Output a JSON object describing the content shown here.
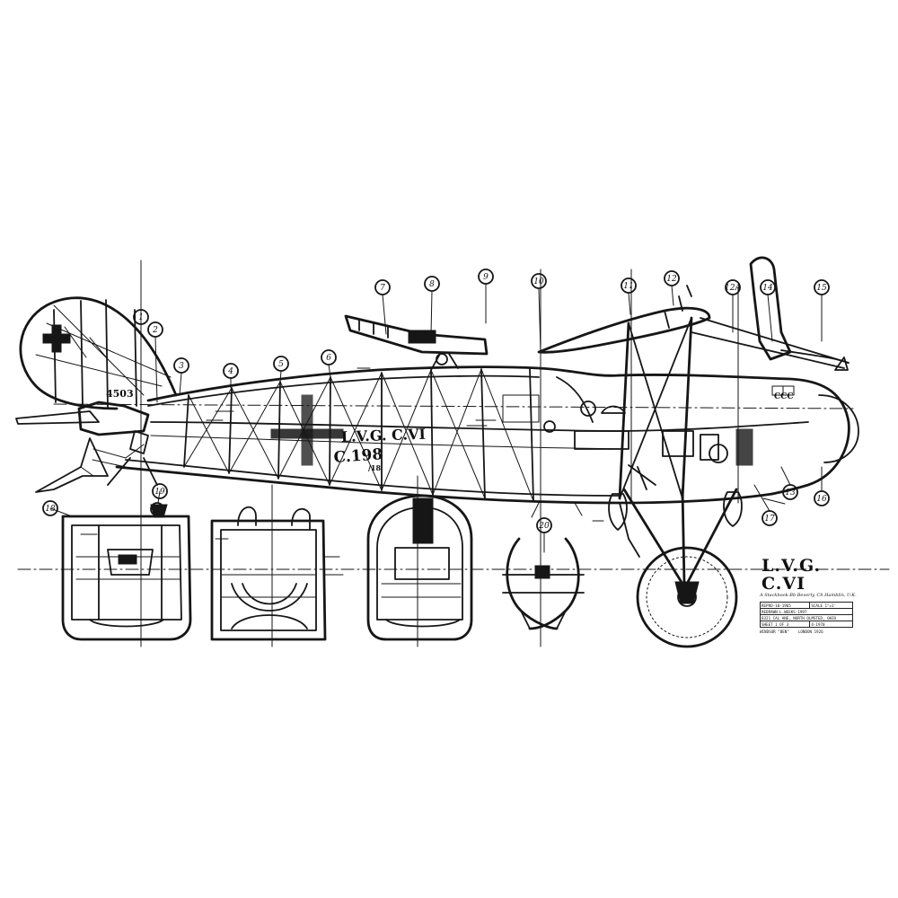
{
  "plan": {
    "title": "L.V.G. C.VI",
    "credit": "A Stackbook-Bb Beverly, Ch Hamblin, U.K.",
    "table": [
      [
        "REPRO-10-1965",
        "SCALE 1\"=1'"
      ],
      [
        "REDRAWN-L.WEEKS-1997",
        ""
      ],
      [
        "8321 CAL ANE, NORTH OLMSTED, OHIO",
        ""
      ],
      [
        "SHEET 1 OF 3",
        "4-1970"
      ]
    ],
    "foot": [
      "WINDSOR \"BEN\"",
      "LONDON 1926"
    ]
  },
  "fuselage_markings": {
    "type_label": "L.V.G. C.VI",
    "serial": "C.198",
    "suffix": "/18",
    "rudder_code": "4503"
  },
  "callouts": [
    "1",
    "2",
    "3",
    "4",
    "5",
    "6",
    "7",
    "8",
    "9",
    "10",
    "11",
    "12",
    "12A",
    "13",
    "14",
    "15",
    "16",
    "17",
    "18",
    "19",
    "20"
  ],
  "colors": {
    "ink": "#161616",
    "paper": "#ffffff"
  }
}
